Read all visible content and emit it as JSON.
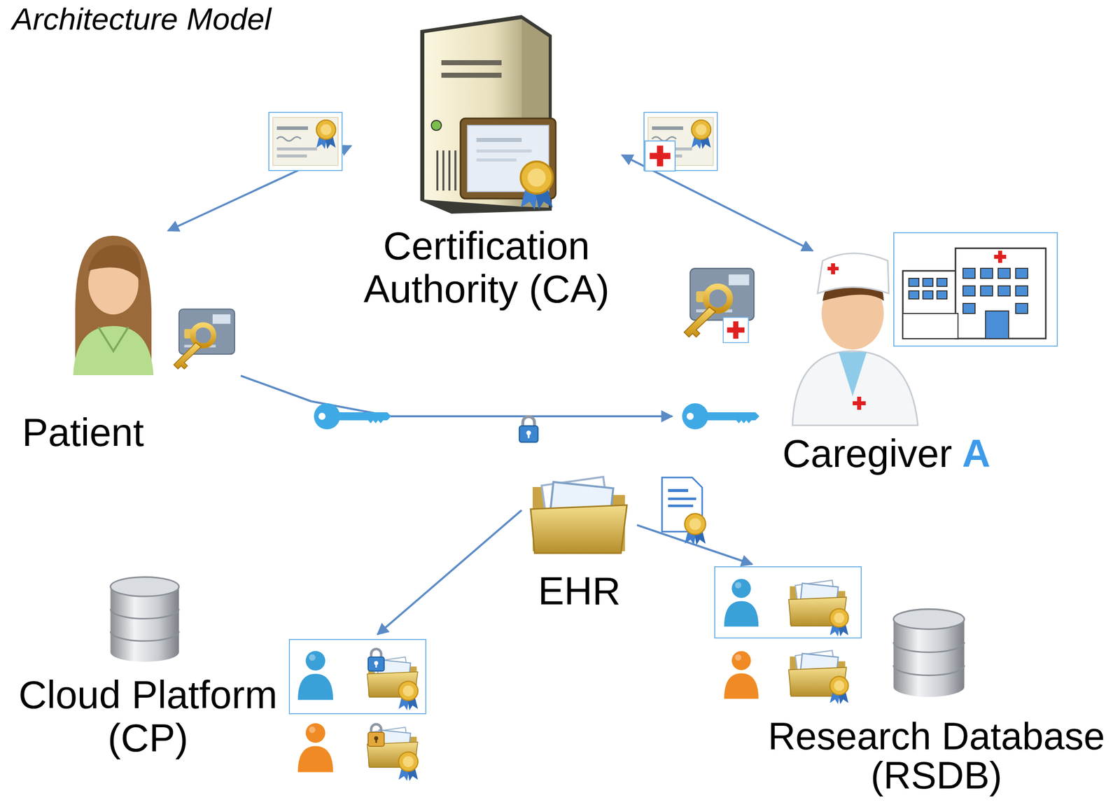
{
  "diagram": {
    "title": "Architecture Model",
    "nodes": [
      {
        "text": [
          "Certification Authority (CA)"
        ]
      },
      {
        "text": [
          "Patient"
        ]
      },
      {
        "text": [
          "Caregiver",
          "A"
        ]
      },
      {
        "text": [
          "EHR"
        ]
      },
      {
        "text": [
          "Cloud Platform (CP)"
        ]
      },
      {
        "text": [
          "Research Database (RSDB)"
        ]
      }
    ],
    "edges": [
      {
        "from": 0,
        "to": 1,
        "arrow": "both"
      },
      {
        "from": 0,
        "to": 2,
        "arrow": "both"
      },
      {
        "from": 1,
        "to": 2,
        "arrow": "to"
      },
      {
        "from": 3,
        "to": 4,
        "arrow": "to"
      },
      {
        "from": 3,
        "to": 5,
        "arrow": "to"
      }
    ]
  }
}
